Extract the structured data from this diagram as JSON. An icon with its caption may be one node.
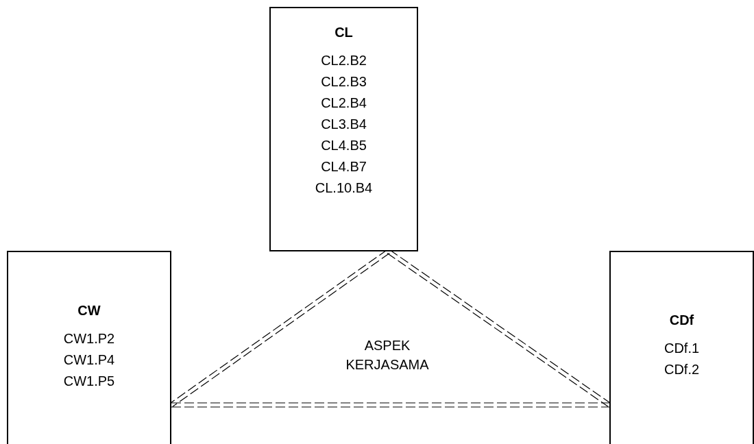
{
  "diagram": {
    "nodes": [
      {
        "text": [
          "CL",
          "CL2.B2",
          "CL2.B3",
          "CL2.B4",
          "CL3.B4",
          "CL4.B5",
          "CL4.B7",
          "CL.10.B4"
        ]
      },
      {
        "text": [
          "CW",
          "CW1.P2",
          "CW1.P4",
          "CW1.P5"
        ]
      },
      {
        "text": [
          "CDf",
          "CDf.1",
          "CDf.2"
        ]
      }
    ],
    "edges": [
      {
        "from": 0,
        "to": 1,
        "arrow": "none",
        "style": "dashed"
      },
      {
        "from": 0,
        "to": 2,
        "arrow": "none",
        "style": "dashed"
      },
      {
        "from": 1,
        "to": 2,
        "arrow": "none",
        "style": "dashed"
      }
    ],
    "labels": [
      "ASPEK KERJASAMA"
    ]
  }
}
